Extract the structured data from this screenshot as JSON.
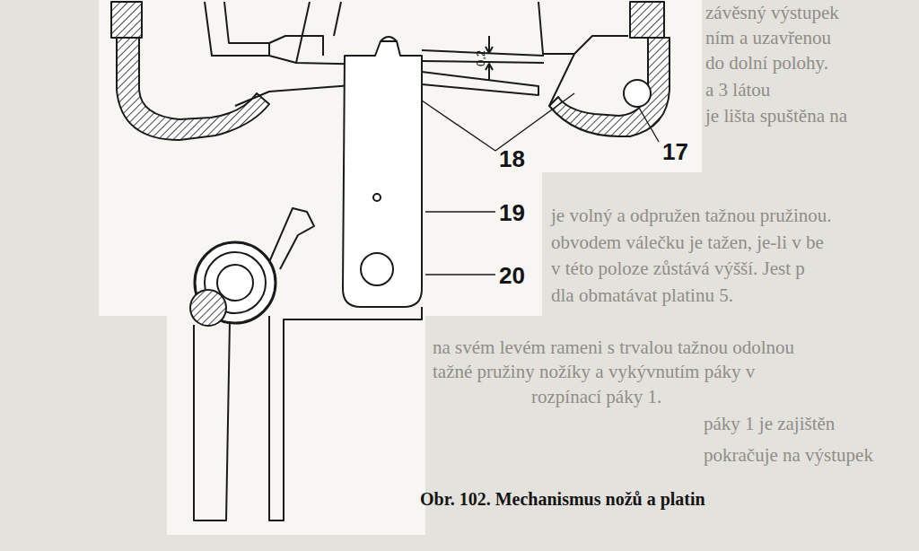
{
  "diagram": {
    "caption": "Obr. 102. Mechanismus nožů a platin",
    "labels": [
      "závěsný výstupek",
      "ním a uzavřenou",
      "do dolní polohy.",
      "a 3 látou",
      "je lišta spuštěna na",
      "je volný a odpružen tažnou pružinou.",
      "obvodem válečku je tažen, je-li v be",
      "v této poloze zůstává výšší. Jest p",
      "dla obmatávat platinu 5.",
      "na svém levém rameni s trvalou tažnou odolnou",
      "tažné pružiny nožíky a vykývnutím páky v",
      "rozpínací páky 1.",
      "páky 1 je zajištěn",
      "pokračuje na výstupek",
      "0,2",
      "18",
      "17",
      "19",
      "20"
    ]
  }
}
